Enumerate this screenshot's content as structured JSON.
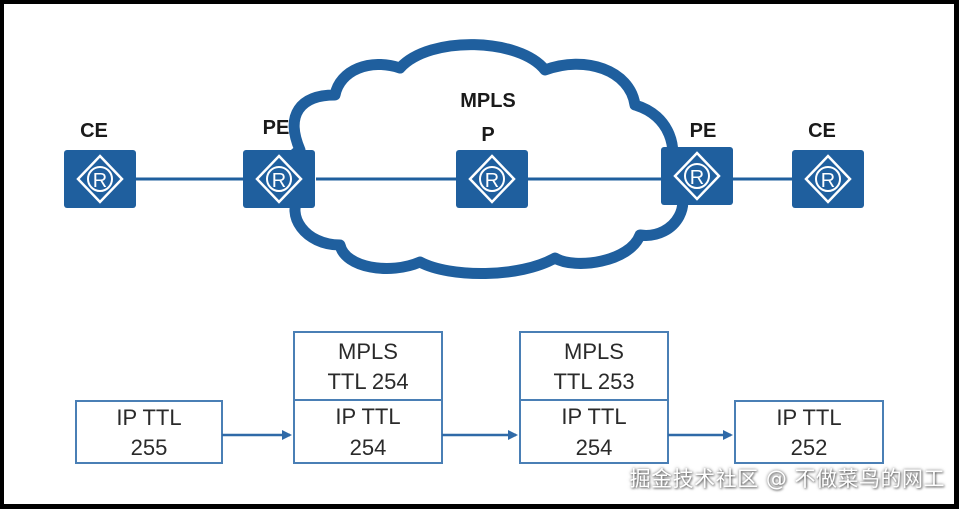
{
  "topology": {
    "cloud_label": "MPLS",
    "router_glyph": "R",
    "routers": [
      {
        "role": "CE"
      },
      {
        "role": "PE"
      },
      {
        "role": "P"
      },
      {
        "role": "PE"
      },
      {
        "role": "CE"
      }
    ]
  },
  "ttl_flow": {
    "stages": [
      {
        "ip_label": "IP TTL",
        "ip_value": "255"
      },
      {
        "mpls_label": "MPLS",
        "mpls_value": "TTL 254",
        "ip_label": "IP TTL",
        "ip_value": "254"
      },
      {
        "mpls_label": "MPLS",
        "mpls_value": "TTL 253",
        "ip_label": "IP TTL",
        "ip_value": "254"
      },
      {
        "ip_label": "IP TTL",
        "ip_value": "252"
      }
    ]
  },
  "watermark": "掘金技术社区 @ 不做菜鸟的网工",
  "colors": {
    "router_fill": "#1f5f9e",
    "cloud_stroke": "#1f5f9e",
    "link": "#1f5f9e",
    "box_border": "#4a7fb5",
    "arrow": "#2f6aa8"
  }
}
